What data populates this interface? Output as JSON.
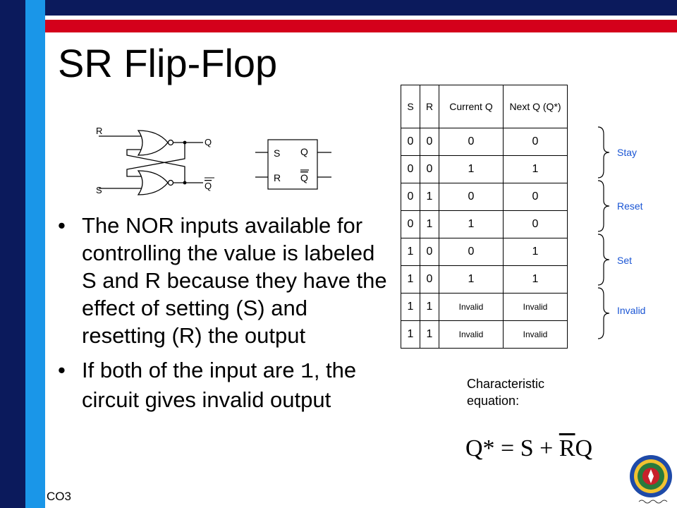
{
  "title": "SR Flip-Flop",
  "bullets": [
    {
      "text": "The NOR inputs available for controlling the value is labeled S and R because they have the effect of setting (S) and resetting (R) the output"
    },
    {
      "text_before": "If both of the input are ",
      "code": "1",
      "text_after": ", the circuit gives invalid output"
    }
  ],
  "bullet_char": "•",
  "footer_label": "CO3",
  "circuit": {
    "input_r": "R",
    "input_s": "S",
    "output_q": "Q",
    "output_q_bar": "Q"
  },
  "symbol": {
    "s": "S",
    "r": "R",
    "q": "Q",
    "q_bar": "Q"
  },
  "table": {
    "headers": [
      "S",
      "R",
      "Current Q",
      "Next Q (Q*)"
    ],
    "rows": [
      [
        "0",
        "0",
        "0",
        "0"
      ],
      [
        "0",
        "0",
        "1",
        "1"
      ],
      [
        "0",
        "1",
        "0",
        "0"
      ],
      [
        "0",
        "1",
        "1",
        "0"
      ],
      [
        "1",
        "0",
        "0",
        "1"
      ],
      [
        "1",
        "0",
        "1",
        "1"
      ],
      [
        "1",
        "1",
        "Invalid",
        "Invalid"
      ],
      [
        "1",
        "1",
        "Invalid",
        "Invalid"
      ]
    ]
  },
  "groups": [
    "Stay",
    "Reset",
    "Set",
    "Invalid"
  ],
  "characteristic_label": "Characteristic equation:",
  "equation": {
    "lhs": "Q* = S + ",
    "rbar": "R",
    "q": "Q"
  },
  "colors": {
    "navy": "#0b1a5c",
    "red": "#d4001b",
    "blue": "#1a96e8",
    "label_blue": "#1a55d4"
  },
  "icons": [
    "university-seal-icon"
  ]
}
